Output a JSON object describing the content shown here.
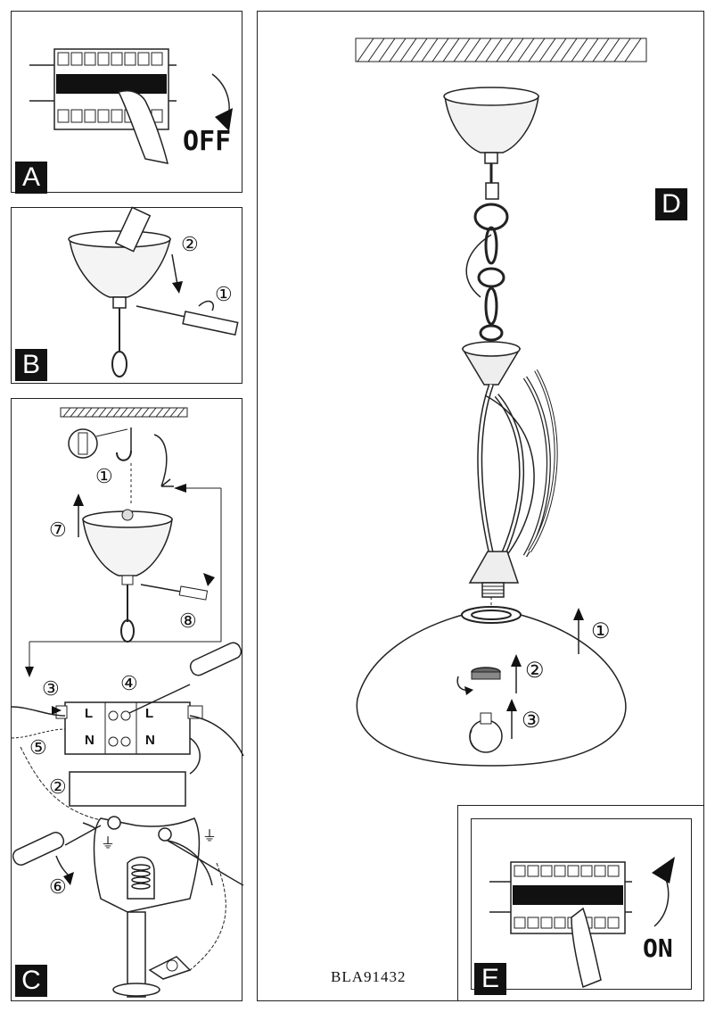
{
  "panels": {
    "A": {
      "label": "A",
      "switch_text": "OFF"
    },
    "B": {
      "label": "B"
    },
    "C": {
      "label": "C"
    },
    "D": {
      "label": "D"
    },
    "E": {
      "label": "E",
      "switch_text": "ON"
    }
  },
  "step_markers": {
    "b1": "①",
    "b2": "②",
    "c1": "①",
    "c2": "②",
    "c3": "③",
    "c4": "④",
    "c5": "⑤",
    "c6": "⑥",
    "c7": "⑦",
    "c8": "⑧",
    "d1": "①",
    "d2": "②",
    "d3": "③"
  },
  "terminal_labels": {
    "L_left": "L",
    "N_left": "N",
    "L_right": "L",
    "N_right": "N"
  },
  "ground_symbol": "⏚",
  "model_code": "BLA91432"
}
